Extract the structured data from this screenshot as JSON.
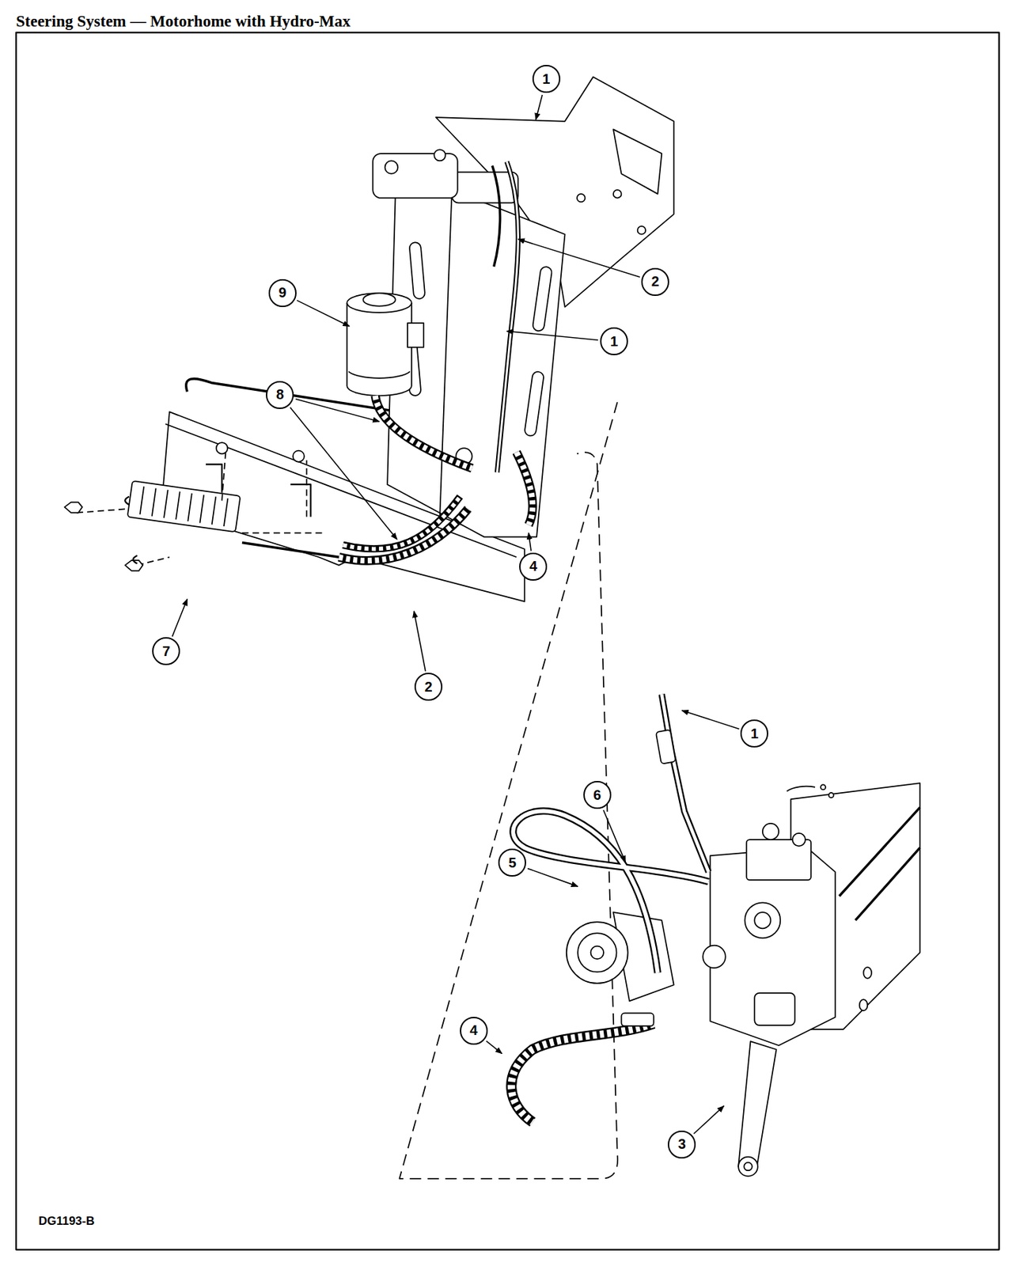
{
  "diagram": {
    "title": "Steering System — Motorhome with Hydro-Max",
    "labels": [
      "1",
      "2",
      "9",
      "1",
      "8",
      "4",
      "7",
      "2",
      "1",
      "6",
      "5",
      "4",
      "3",
      "DG1193-B"
    ]
  }
}
